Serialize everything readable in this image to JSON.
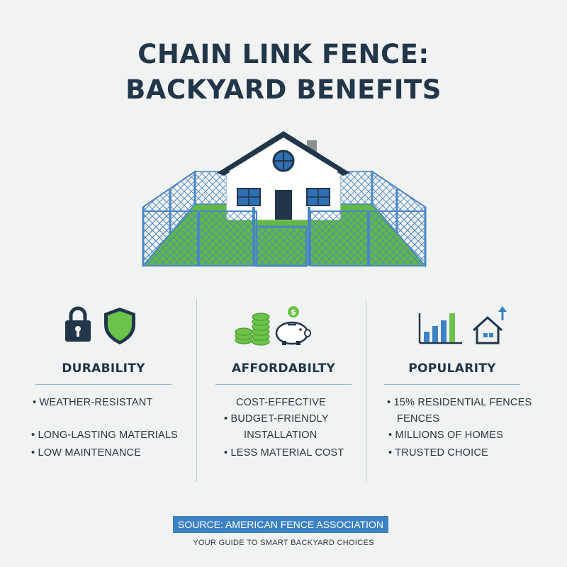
{
  "title": {
    "line1": "CHAIN LINK FENCE:",
    "line2": "BACKYARD BENEFITS"
  },
  "hero": {
    "illustration": "house-with-chain-link-fence"
  },
  "columns": [
    {
      "heading": "DURABILITY",
      "icons": [
        "padlock-icon",
        "shield-icon"
      ],
      "items": [
        "•   WEATHER-RESISTANT",
        "•  LONG-LASTING MATERIALS",
        "•     LOW MAINTENANCE"
      ]
    },
    {
      "heading": "AFFORDABILTY",
      "icons": [
        "coin-stack-icon",
        "piggy-bank-icon"
      ],
      "items": [
        "COST-EFFECTIVE",
        "•  BUDGET-FRIENDLY",
        "INSTALLATION",
        "•  LESS MATERIAL COST"
      ]
    },
    {
      "heading": "POPULARITY",
      "icons": [
        "bar-chart-icon",
        "house-arrow-icon"
      ],
      "items": [
        "•  15% RESIDENTIAL FENCES",
        "FENCES",
        "•  MILLIONS OF HOMES",
        "•   TRUSTED CHOICE"
      ]
    }
  ],
  "footer": {
    "source": "SOURCE: AMERICAN FENCE ASSOCIATION",
    "tagline": "YOUR GUIDE TO SMART BACKYARD CHOICES"
  },
  "colors": {
    "navy": "#22364a",
    "blue": "#3b82c4",
    "green": "#6cc24a",
    "background": "#f1f2f2"
  }
}
